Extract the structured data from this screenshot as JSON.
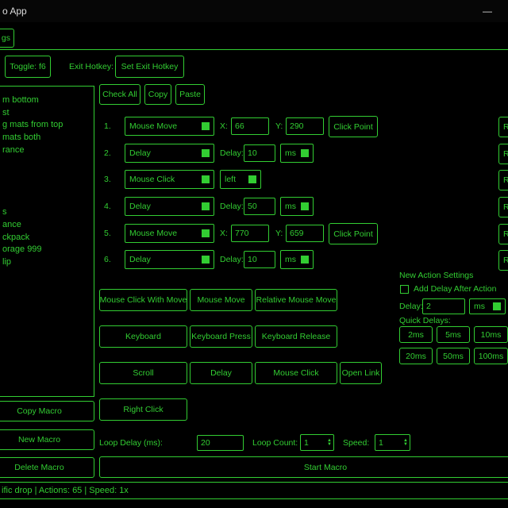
{
  "colors": {
    "accent": "#32cd32",
    "background": "#000000",
    "titlebar_text": "#dddddd"
  },
  "window": {
    "title": "o App",
    "minimize_glyph": "—"
  },
  "menu": {
    "settings_label": "gs"
  },
  "hotkeys": {
    "toggle_button": "Toggle: f6",
    "exit_label": "Exit Hotkey:",
    "set_exit_button": "Set Exit Hotkey"
  },
  "toolbar": {
    "check_all": "Check All",
    "copy": "Copy",
    "paste": "Paste"
  },
  "macro_list": {
    "items": [
      "m bottom",
      "st",
      "g mats from top",
      "mats both",
      "rance",
      "",
      "",
      "",
      "",
      "s",
      "ance",
      "ckpack",
      "orage 999",
      "lip"
    ]
  },
  "macro_buttons": {
    "copy": "Copy Macro",
    "new": "New Macro",
    "delete": "Delete Macro"
  },
  "actions": [
    {
      "num": "1.",
      "type": "Mouse Move",
      "x_label": "X:",
      "x": "66",
      "y_label": "Y:",
      "y": "290",
      "click_point": "Click Point",
      "remove": "R"
    },
    {
      "num": "2.",
      "type": "Delay",
      "delay_label": "Delay:",
      "delay": "10",
      "unit": "ms",
      "remove": "R"
    },
    {
      "num": "3.",
      "type": "Mouse Click",
      "button": "left",
      "remove": "R"
    },
    {
      "num": "4.",
      "type": "Delay",
      "delay_label": "Delay:",
      "delay": "50",
      "unit": "ms",
      "remove": "R"
    },
    {
      "num": "5.",
      "type": "Mouse Move",
      "x_label": "X:",
      "x": "770",
      "y_label": "Y:",
      "y": "659",
      "click_point": "Click Point",
      "remove": "R"
    },
    {
      "num": "6.",
      "type": "Delay",
      "delay_label": "Delay:",
      "delay": "10",
      "unit": "ms",
      "remove": "R"
    }
  ],
  "palette_buttons": [
    "Mouse Click With Move",
    "Mouse Move",
    "Relative Mouse Move",
    "Keyboard",
    "Keyboard Press",
    "Keyboard Release",
    "Scroll",
    "Delay",
    "Mouse Click",
    "Open Link",
    "Right Click"
  ],
  "new_action_settings": {
    "title": "New Action Settings",
    "add_delay_label": "Add Delay After Action",
    "delay_label": "Delay:",
    "delay_value": "2",
    "delay_unit": "ms",
    "quick_delays_label": "Quick Delays:",
    "quick_delays": [
      "2ms",
      "5ms",
      "10ms",
      "20ms",
      "50ms",
      "100ms"
    ]
  },
  "loop_controls": {
    "loop_delay_label": "Loop Delay (ms):",
    "loop_delay": "20",
    "loop_count_label": "Loop Count:",
    "loop_count": "1",
    "speed_label": "Speed:",
    "speed": "1",
    "start_button": "Start Macro"
  },
  "status_bar": {
    "text": "ific drop | Actions: 65 | Speed: 1x"
  }
}
